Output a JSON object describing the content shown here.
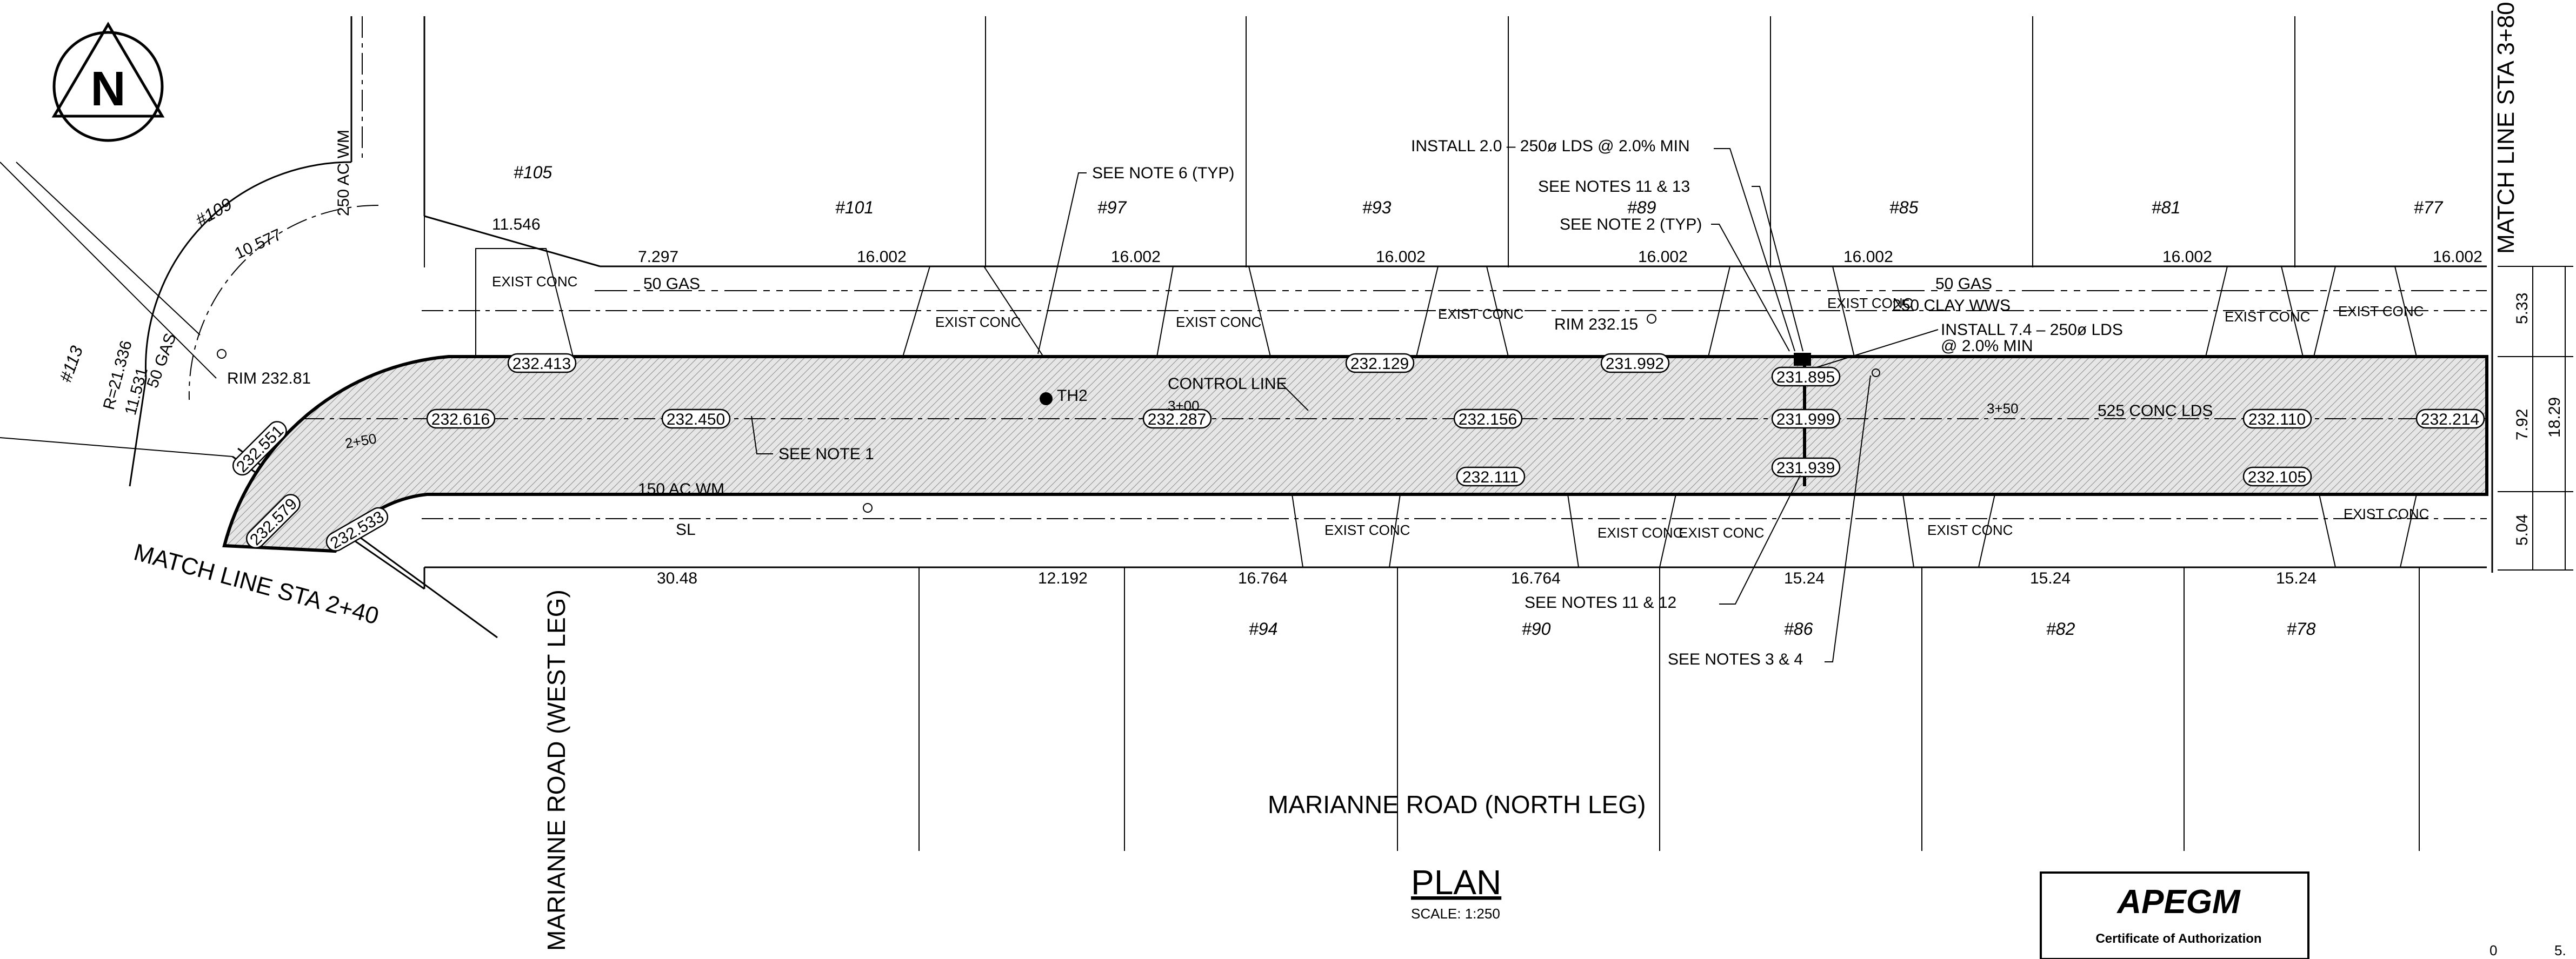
{
  "north_arrow": {
    "letter": "N",
    "icon": "north-arrow-icon"
  },
  "match_lines": {
    "right": "MATCH LINE STA 3+80",
    "left": "MATCH LINE STA 2+40"
  },
  "roads": {
    "north_leg": "MARIANNE ROAD (NORTH LEG)",
    "west_leg": "MARIANNE ROAD (WEST LEG)"
  },
  "title": {
    "plan": "PLAN",
    "scale": "SCALE: 1:250"
  },
  "lots_north": [
    "#105",
    "#101",
    "#97",
    "#93",
    "#89",
    "#85",
    "#81",
    "#77"
  ],
  "lots_south": [
    "#94",
    "#90",
    "#86",
    "#82",
    "#78"
  ],
  "lots_west": [
    "#109",
    "#113"
  ],
  "frontage_north": [
    "11.546",
    "7.297",
    "16.002",
    "16.002",
    "16.002",
    "16.002",
    "16.002",
    "16.002",
    "16.002"
  ],
  "frontage_south": [
    "30.48",
    "12.192",
    "16.764",
    "16.764",
    "15.24",
    "15.24",
    "15.24"
  ],
  "frontage_west": [
    "10.577",
    "R=21.336",
    "11.531"
  ],
  "elevations_north_curb": [
    "232.413",
    "232.129",
    "231.992",
    "231.895"
  ],
  "elevations_centre": [
    "232.616",
    "232.450",
    "232.287",
    "232.156",
    "231.999",
    "232.110",
    "232.214"
  ],
  "elevations_south_curb": [
    "232.111",
    "231.939",
    "232.105"
  ],
  "elevations_curve": [
    "232.551",
    "232.579",
    "232.533"
  ],
  "exist_conc": "EXIST CONC",
  "dimensions_right": [
    "5.33",
    "7.92",
    "5.04",
    "18.29"
  ],
  "utilities": {
    "gas_north": "50 GAS",
    "gas_north2": "50 GAS",
    "gas_west": "50 GAS",
    "clay_wws": "250 CLAY WWS",
    "conc_lds": "525 CONC LDS",
    "ac_wm_south": "150 AC WM",
    "ac_wm_west": "250 AC WM",
    "sl": "SL"
  },
  "rims": {
    "rim1": "RIM 232.81",
    "rim2": "RIM 232.15"
  },
  "stations": {
    "s250": "2+50",
    "s300": "3+00",
    "s350": "3+50"
  },
  "test_hole": "TH2",
  "control_line": "CONTROL LINE",
  "notes": {
    "install_lds_1": "INSTALL 2.0 – 250ø LDS @ 2.0% MIN",
    "see_notes_11_13": "SEE NOTES 11 & 13",
    "see_note_2": "SEE NOTE 2 (TYP)",
    "see_note_6": "SEE NOTE 6 (TYP)",
    "install_lds_2a": "INSTALL 7.4 – 250ø LDS",
    "install_lds_2b": "@ 2.0% MIN",
    "see_note_1": "SEE NOTE 1",
    "see_notes_11_12": "SEE NOTES 11 & 12",
    "see_notes_3_4": "SEE NOTES 3 & 4"
  },
  "stamp": {
    "logo": "APEGM",
    "caption": "Certificate of Authorization"
  },
  "scale_bar": {
    "zero": "0",
    "five": "5."
  }
}
